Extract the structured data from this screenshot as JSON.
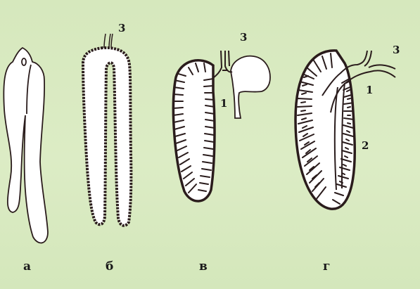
{
  "captions": {
    "a": "а",
    "b": "б",
    "v": "в",
    "g": "г"
  },
  "numbers": {
    "n1": "1",
    "n2": "2",
    "n3": "3"
  },
  "colors": {
    "background": "#d9e9c0",
    "outline": "#2a1c1c",
    "organ_fill": "#ffffff",
    "text": "#1a1a1a"
  }
}
